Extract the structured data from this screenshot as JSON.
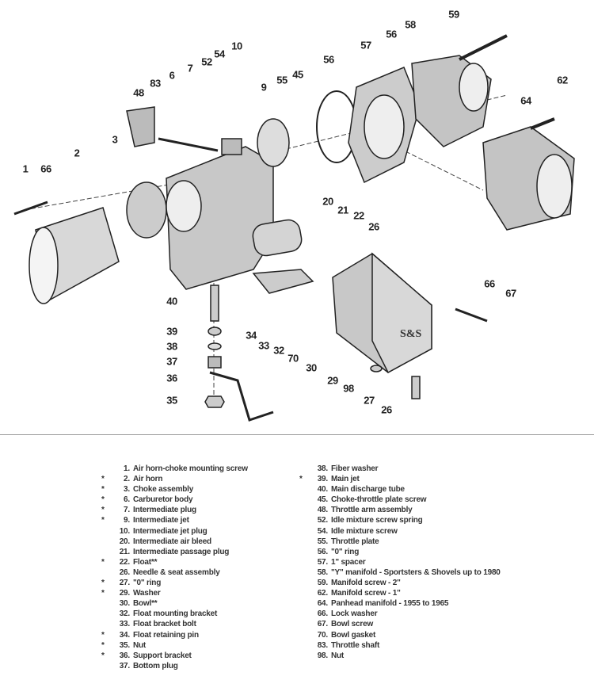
{
  "callouts": [
    {
      "id": "c1",
      "label": "1"
    },
    {
      "id": "c66a",
      "label": "66"
    },
    {
      "id": "c2",
      "label": "2"
    },
    {
      "id": "c3",
      "label": "3"
    },
    {
      "id": "c48",
      "label": "48"
    },
    {
      "id": "c83",
      "label": "83"
    },
    {
      "id": "c6",
      "label": "6"
    },
    {
      "id": "c7",
      "label": "7"
    },
    {
      "id": "c52",
      "label": "52"
    },
    {
      "id": "c54",
      "label": "54"
    },
    {
      "id": "c10",
      "label": "10"
    },
    {
      "id": "c9",
      "label": "9"
    },
    {
      "id": "c55",
      "label": "55"
    },
    {
      "id": "c45",
      "label": "45"
    },
    {
      "id": "c56a",
      "label": "56"
    },
    {
      "id": "c57",
      "label": "57"
    },
    {
      "id": "c56b",
      "label": "56"
    },
    {
      "id": "c58",
      "label": "58"
    },
    {
      "id": "c59",
      "label": "59"
    },
    {
      "id": "c62",
      "label": "62"
    },
    {
      "id": "c64",
      "label": "64"
    },
    {
      "id": "c20",
      "label": "20"
    },
    {
      "id": "c21",
      "label": "21"
    },
    {
      "id": "c22",
      "label": "22"
    },
    {
      "id": "c26a",
      "label": "26"
    },
    {
      "id": "c66b",
      "label": "66"
    },
    {
      "id": "c67",
      "label": "67"
    },
    {
      "id": "c40",
      "label": "40"
    },
    {
      "id": "c39",
      "label": "39"
    },
    {
      "id": "c38",
      "label": "38"
    },
    {
      "id": "c37",
      "label": "37"
    },
    {
      "id": "c36",
      "label": "36"
    },
    {
      "id": "c35",
      "label": "35"
    },
    {
      "id": "c34",
      "label": "34"
    },
    {
      "id": "c33",
      "label": "33"
    },
    {
      "id": "c32",
      "label": "32"
    },
    {
      "id": "c70",
      "label": "70"
    },
    {
      "id": "c30",
      "label": "30"
    },
    {
      "id": "c29",
      "label": "29"
    },
    {
      "id": "c98",
      "label": "98"
    },
    {
      "id": "c27",
      "label": "27"
    },
    {
      "id": "c26b",
      "label": "26"
    }
  ],
  "bowl_marking": "S&S",
  "parts_list": {
    "col1": [
      {
        "star": "",
        "num": "1.",
        "name": "Air horn-choke mounting screw"
      },
      {
        "star": "*",
        "num": "2.",
        "name": "Air horn"
      },
      {
        "star": "*",
        "num": "3.",
        "name": "Choke assembly"
      },
      {
        "star": "*",
        "num": "6.",
        "name": "Carburetor body"
      },
      {
        "star": "*",
        "num": "7.",
        "name": "Intermediate plug"
      },
      {
        "star": "*",
        "num": "9.",
        "name": "Intermediate jet"
      },
      {
        "star": "",
        "num": "10.",
        "name": "Intermediate jet plug"
      },
      {
        "star": "",
        "num": "20.",
        "name": "Intermediate air bleed"
      },
      {
        "star": "",
        "num": "21.",
        "name": "Intermediate passage plug"
      },
      {
        "star": "*",
        "num": "22.",
        "name": "Float**"
      },
      {
        "star": "",
        "num": "26.",
        "name": "Needle & seat assembly"
      },
      {
        "star": "*",
        "num": "27.",
        "name": "\"0\" ring"
      },
      {
        "star": "*",
        "num": "29.",
        "name": "Washer"
      },
      {
        "star": "",
        "num": "30.",
        "name": "Bowl**"
      },
      {
        "star": "",
        "num": "32.",
        "name": "Float mounting bracket"
      },
      {
        "star": "",
        "num": "33.",
        "name": "Float bracket bolt"
      },
      {
        "star": "*",
        "num": "34.",
        "name": "Float retaining pin"
      },
      {
        "star": "*",
        "num": "35.",
        "name": "Nut"
      },
      {
        "star": "*",
        "num": "36.",
        "name": "Support bracket"
      },
      {
        "star": "",
        "num": "37.",
        "name": "Bottom plug"
      }
    ],
    "col2": [
      {
        "star": "",
        "num": "38.",
        "name": "Fiber washer"
      },
      {
        "star": "*",
        "num": "39.",
        "name": "Main jet"
      },
      {
        "star": "",
        "num": "40.",
        "name": "Main discharge tube"
      },
      {
        "star": "",
        "num": "45.",
        "name": "Choke-throttle plate screw"
      },
      {
        "star": "",
        "num": "48.",
        "name": "Throttle arm assembly"
      },
      {
        "star": "",
        "num": "52.",
        "name": "Idle mixture screw spring"
      },
      {
        "star": "",
        "num": "54.",
        "name": "Idle mixture screw"
      },
      {
        "star": "",
        "num": "55.",
        "name": "Throttle plate"
      },
      {
        "star": "",
        "num": "56.",
        "name": "\"0\" ring"
      },
      {
        "star": "",
        "num": "57.",
        "name": "1\" spacer"
      },
      {
        "star": "",
        "num": "58.",
        "name": "\"Y\" manifold - Sportsters & Shovels up to 1980"
      },
      {
        "star": "",
        "num": "59.",
        "name": "Manifold screw - 2\""
      },
      {
        "star": "",
        "num": "62.",
        "name": "Manifold screw - 1\""
      },
      {
        "star": "",
        "num": "64.",
        "name": "Panhead manifold - 1955 to 1965"
      },
      {
        "star": "",
        "num": "66.",
        "name": "Lock washer"
      },
      {
        "star": "",
        "num": "67.",
        "name": "Bowl screw"
      },
      {
        "star": "",
        "num": "70.",
        "name": "Bowl gasket"
      },
      {
        "star": "",
        "num": "83.",
        "name": "Throttle shaft"
      },
      {
        "star": "",
        "num": "98.",
        "name": "Nut"
      }
    ]
  }
}
